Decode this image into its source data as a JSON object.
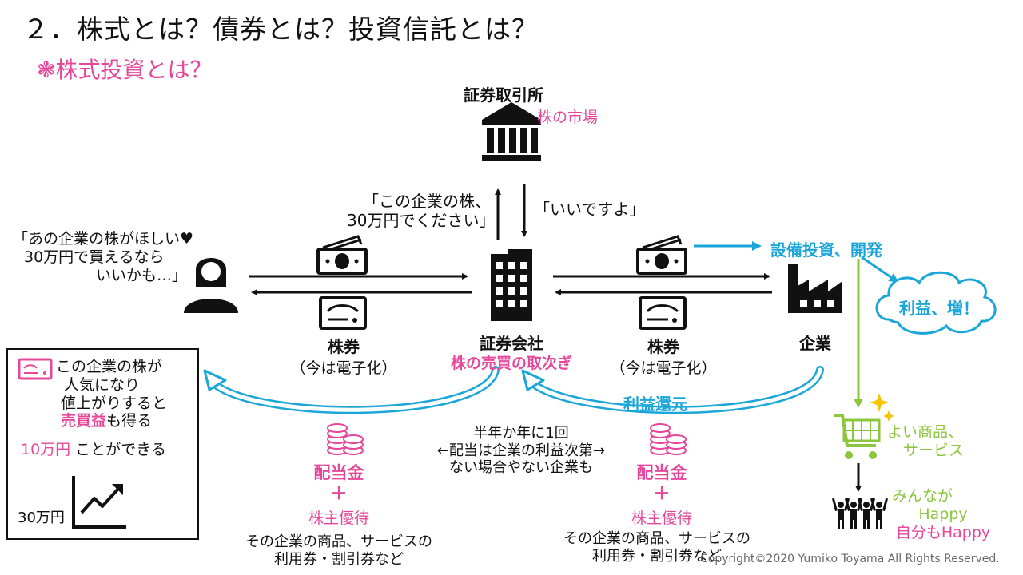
{
  "header": {
    "title": "２．株式とは？債券とは？投資信託とは？",
    "subtitle": "❃株式投資とは？"
  },
  "exchange": {
    "label": "証券取引所",
    "sublabel": "株の市場",
    "icon": "bank-building-icon"
  },
  "dialogue": {
    "request": [
      "「この企業の株、",
      "30万円でください」"
    ],
    "reply": "「いいですよ」",
    "investor_thought": [
      "「あの企業の株がほしい♥",
      "30万円で買えるなら",
      "いいかも…」"
    ]
  },
  "investor": {
    "icon": "woman-avatar-icon"
  },
  "brokerage": {
    "label": "証券会社",
    "sublabel": "株の売買の取次ぎ",
    "icon": "office-building-icon"
  },
  "company": {
    "label": "企業",
    "icon": "factory-icon"
  },
  "stock_certificate": {
    "label": "株券",
    "note": "（今は電子化）",
    "icon": "certificate-icon"
  },
  "money_icon": "banknote-icon",
  "company_actions": {
    "investment": "設備投資、開発",
    "profit_cloud": "利益、増！",
    "profit_return": "利益還元",
    "products": [
      "よい商品、",
      "サービス"
    ],
    "happiness": [
      "みんなが",
      "Happy",
      "自分もHappy"
    ]
  },
  "dividends": {
    "label": "配当金",
    "plus": "＋",
    "benefit": "株主優待",
    "benefit_detail": [
      "その企業の商品、サービスの",
      "利用券・割引券など"
    ],
    "icon": "coin-stack-icon"
  },
  "dividend_note": [
    "半年か年に1回",
    "←配当は企業の利益次第→",
    "ない場合やない企業も"
  ],
  "capital_gain_box": {
    "text_lines": [
      "この企業の株が",
      "人気になり",
      "値上がりすると"
    ],
    "gain_bold": "売買益",
    "gain_rest": "も得る",
    "gain_amount": "10万円",
    "gain_can": "ことができる",
    "price_label": "30万円",
    "icons": [
      "certificate-icon",
      "trend-up-chart-icon"
    ]
  },
  "copyright": "Copyright©2020 Yumiko Toyama All Rights Reserved.",
  "colors": {
    "pink": "#e5489a",
    "blue": "#1aa6d8",
    "green": "#8cc63f",
    "black": "#111111"
  }
}
